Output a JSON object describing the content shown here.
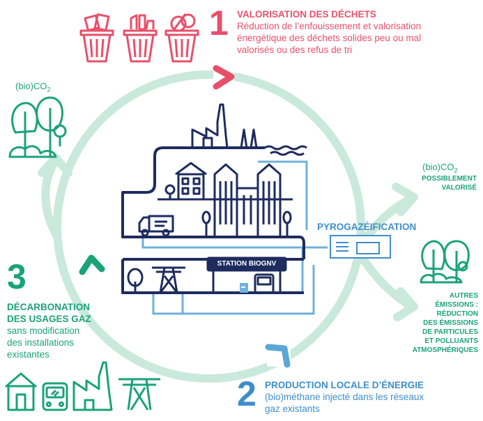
{
  "step1": {
    "number": "1",
    "title": "VALORISATION DES DÉCHETS",
    "lines": [
      "Réduction de l’enfouissement et valorisation",
      "énergétique des déchets solides peu ou mal",
      "valorisés ou des refus de tri"
    ]
  },
  "step2": {
    "number": "2",
    "title": "PRODUCTION LOCALE D’ÉNERGIE",
    "lines": [
      "(bio)méthane injecté dans les réseaux",
      "gaz existants"
    ]
  },
  "step3": {
    "number": "3",
    "title_lines": [
      "DÉCARBONATION",
      "DES USAGES GAZ"
    ],
    "lines": [
      "sans modification",
      "des installations",
      "existantes"
    ]
  },
  "co2_left": {
    "prefix": "(bio)CO",
    "sub": "2"
  },
  "co2_right": {
    "prefix": "(bio)CO",
    "sub": "2",
    "lines": [
      "POSSIBLEMENT",
      "VALORISÉ"
    ]
  },
  "other_emissions": [
    "AUTRES",
    "ÉMISSIONS :",
    "RÉDUCTION",
    "DES ÉMISSIONS",
    "DE PARTICULES",
    "ET POLLUANTS",
    "ATMOSPHÉRIQUES"
  ],
  "pyro_label": "PYROGAZÉIFICATION",
  "station_label": "STATION BIOGNV",
  "colors": {
    "red": "#e8506a",
    "green": "#1aa377",
    "blue": "#3e8ec9",
    "navy": "#1d2b5e",
    "ring": "#c9e9dc"
  }
}
